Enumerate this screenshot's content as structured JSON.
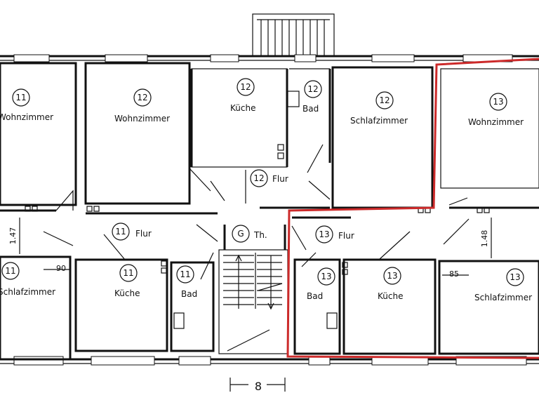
{
  "rooms": {
    "u11_wohnzimmer": {
      "unit": "11",
      "label": "Wohnzimmer"
    },
    "u12_wohnzimmer": {
      "unit": "12",
      "label": "Wohnzimmer"
    },
    "u12_kueche": {
      "unit": "12",
      "label": "Küche"
    },
    "u12_bad": {
      "unit": "12",
      "label": "Bad"
    },
    "u12_schlafzimmer": {
      "unit": "12",
      "label": "Schlafzimmer"
    },
    "u13_wohnzimmer": {
      "unit": "13",
      "label": "Wohnzimmer"
    },
    "u12_flur": {
      "unit": "12",
      "label": "Flur"
    },
    "u11_flur": {
      "unit": "11",
      "label": "Flur"
    },
    "treppenhaus": {
      "unit": "G",
      "label": "Th."
    },
    "u13_flur": {
      "unit": "13",
      "label": "Flur"
    },
    "u11_schlafzimmer": {
      "unit": "11",
      "label": "Schlafzimmer"
    },
    "u11_kueche": {
      "unit": "11",
      "label": "Küche"
    },
    "u11_bad": {
      "unit": "11",
      "label": "Bad"
    },
    "u13_bad": {
      "unit": "13",
      "label": "Bad"
    },
    "u13_kueche": {
      "unit": "13",
      "label": "Küche"
    },
    "u13_schlafzimmer": {
      "unit": "13",
      "label": "Schlafzimmer"
    }
  },
  "dimensions": {
    "left_vertical": "1.47",
    "right_vertical": "1.48",
    "left_door": "90",
    "right_door": "85",
    "bottom": "8"
  },
  "highlight": {
    "unit": "13",
    "color": "#cc2a2a"
  },
  "colors": {
    "lines": "#111111",
    "background": "#ffffff"
  }
}
